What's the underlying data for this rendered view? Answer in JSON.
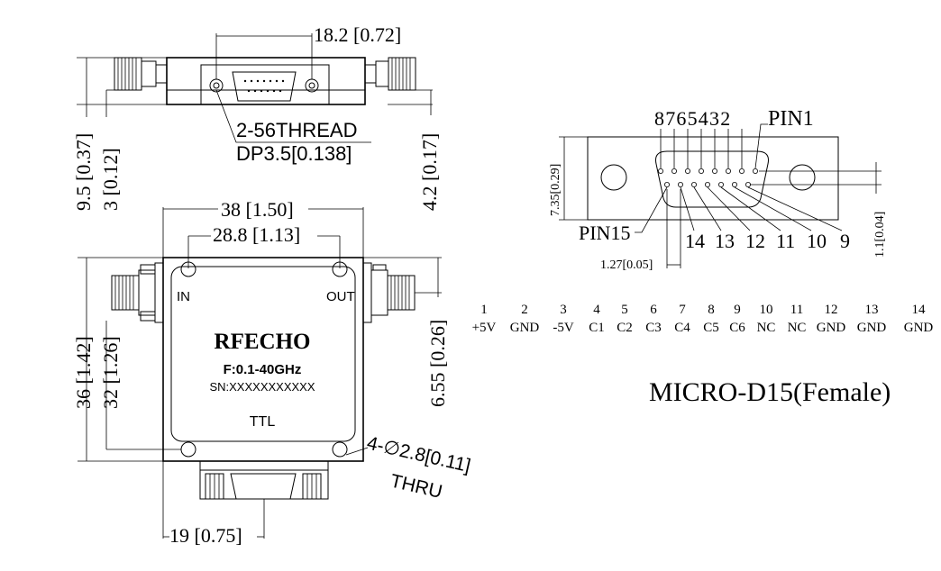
{
  "top_view": {
    "connector_spacing": "18.2 [0.72]",
    "thread_line1": "2-56THREAD",
    "thread_line2": "DP3.5[0.138]",
    "height_total": "9.5 [0.37]",
    "height_lower": "3 [0.12]",
    "height_right": "4.2 [0.17]"
  },
  "front_view": {
    "width_total": "38 [1.50]",
    "hole_spacing_x": "28.8 [1.13]",
    "height_total": "36 [1.42]",
    "hole_spacing_y": "32 [1.26]",
    "port_offset": "6.55 [0.26]",
    "connector_offset": "19 [0.75]",
    "hole_callout_line1": "4-∅2.8[0.11]",
    "hole_callout_line2": "THRU",
    "port_in": "IN",
    "port_out": "OUT",
    "brand": "RFECHO",
    "frequency": "F:0.1-40GHz",
    "serial": "SN:XXXXXXXXXXX",
    "control": "TTL"
  },
  "connector_view": {
    "top_pin_numbers": "8765432",
    "pin1_label": "PIN1",
    "pin15_label": "PIN15",
    "bottom_pin_numbers": [
      "14",
      "13",
      "12",
      "11",
      "10",
      "9"
    ],
    "height_dim": "7.35[0.29]",
    "row_offset_dim": "1.1[0.04]",
    "pitch_dim": "1.27[0.05]",
    "title": "MICRO-D15(Female)"
  },
  "pin_table": [
    {
      "pin": "1",
      "signal": "+5V"
    },
    {
      "pin": "2",
      "signal": "GND"
    },
    {
      "pin": "3",
      "signal": "-5V"
    },
    {
      "pin": "4",
      "signal": "C1"
    },
    {
      "pin": "5",
      "signal": "C2"
    },
    {
      "pin": "6",
      "signal": "C3"
    },
    {
      "pin": "7",
      "signal": "C4"
    },
    {
      "pin": "8",
      "signal": "C5"
    },
    {
      "pin": "9",
      "signal": "C6"
    },
    {
      "pin": "10",
      "signal": "NC"
    },
    {
      "pin": "11",
      "signal": "NC"
    },
    {
      "pin": "12",
      "signal": "GND"
    },
    {
      "pin": "13",
      "signal": "GND"
    },
    {
      "pin": "14",
      "signal": "GND"
    }
  ]
}
